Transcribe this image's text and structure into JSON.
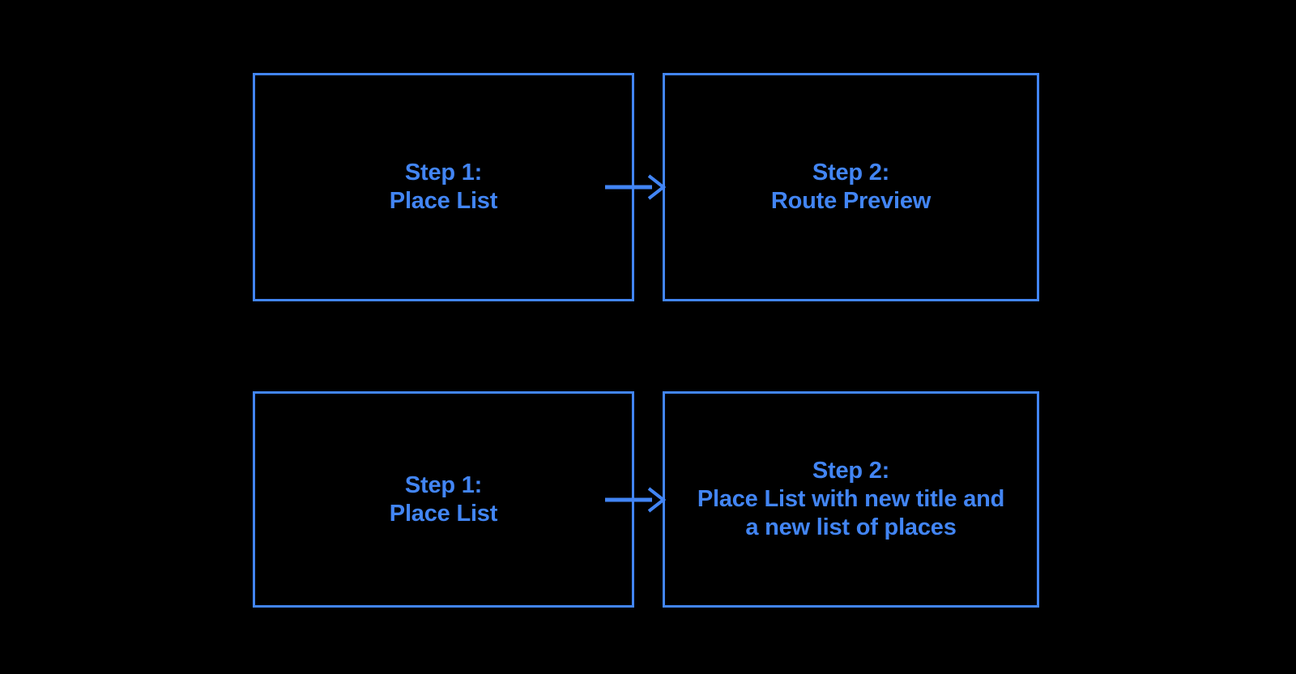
{
  "diagram": {
    "background_color": "#000000",
    "accent_color": "#4285f4",
    "rows": [
      {
        "name": "route-preview-flow",
        "from": {
          "title": "Step 1:",
          "subtitle": "Place List",
          "text": "Step 1:\nPlace List"
        },
        "connector": {
          "icon": "arrow-right-icon",
          "direction": "right"
        },
        "to": {
          "title": "Step 2:",
          "subtitle": "Route Preview",
          "text": "Step 2:\nRoute Preview"
        }
      },
      {
        "name": "place-list-update-flow",
        "from": {
          "title": "Step 1:",
          "subtitle": "Place List",
          "text": "Step 1:\nPlace List"
        },
        "connector": {
          "icon": "arrow-right-icon",
          "direction": "right"
        },
        "to": {
          "title": "Step 2:",
          "subtitle": "Place List with new title and a new list of places",
          "text": "Step 2:\nPlace List with new title and\na new list of places"
        }
      }
    ]
  }
}
